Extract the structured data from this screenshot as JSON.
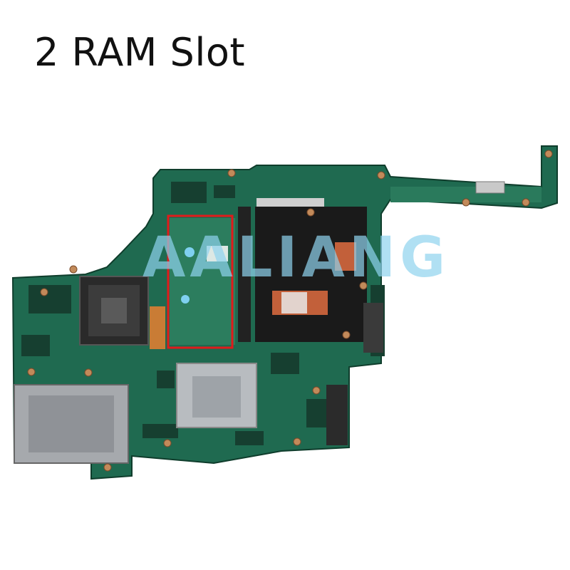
{
  "headline": "2 RAM Slot",
  "watermark": "AALIANG",
  "colors": {
    "pcb_green": "#1f6a50",
    "pcb_dark": "#15503c",
    "highlight_red": "#e01b1b",
    "watermark_blue": "#8fd3ee",
    "heatsink_gray": "#b8bcc0",
    "cpu_socket_dark": "#2a2a2a",
    "gpu_black": "#1a1a1a",
    "gpu_copper": "#c2603a"
  },
  "icons": {
    "ram_highlight": "red-rectangle",
    "cpu_socket": "socket-grid",
    "expresscard": "metal-slot"
  }
}
